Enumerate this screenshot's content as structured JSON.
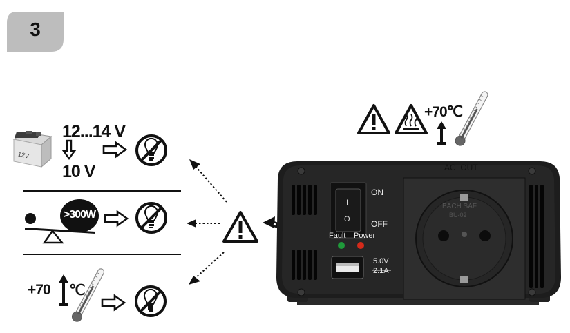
{
  "step": {
    "number": "3"
  },
  "conditions": {
    "battery": {
      "label": "12V",
      "voltage_normal": "12...14 V",
      "voltage_low": "10 V"
    },
    "overload": {
      "power": ">300W"
    },
    "temperature_row": {
      "value": "+70",
      "unit": "℃"
    }
  },
  "device_warning": {
    "temperature": "+70℃"
  },
  "inverter": {
    "socket_label": "AC  OUT",
    "switch_on": "ON",
    "switch_off": "OFF",
    "switch_on_mark": "I",
    "switch_off_mark": "O",
    "led_fault": "Fault",
    "led_power": "Power",
    "usb_voltage": "5.0V",
    "usb_current": "2.1A",
    "socket_text_1": "BACH SAF",
    "socket_text_2": "BU-02"
  },
  "colors": {
    "fault_led": "#1f9a3a",
    "power_led": "#d42a1a",
    "housing": "#1d1d1d",
    "faceplate": "#2a2a2a"
  },
  "icons": [
    "battery-icon",
    "down-arrow-icon",
    "right-arrow-icon",
    "no-bulb-icon",
    "seesaw-icon",
    "thermometer-icon",
    "warning-icon",
    "hot-surface-icon",
    "up-arrow-icon"
  ]
}
